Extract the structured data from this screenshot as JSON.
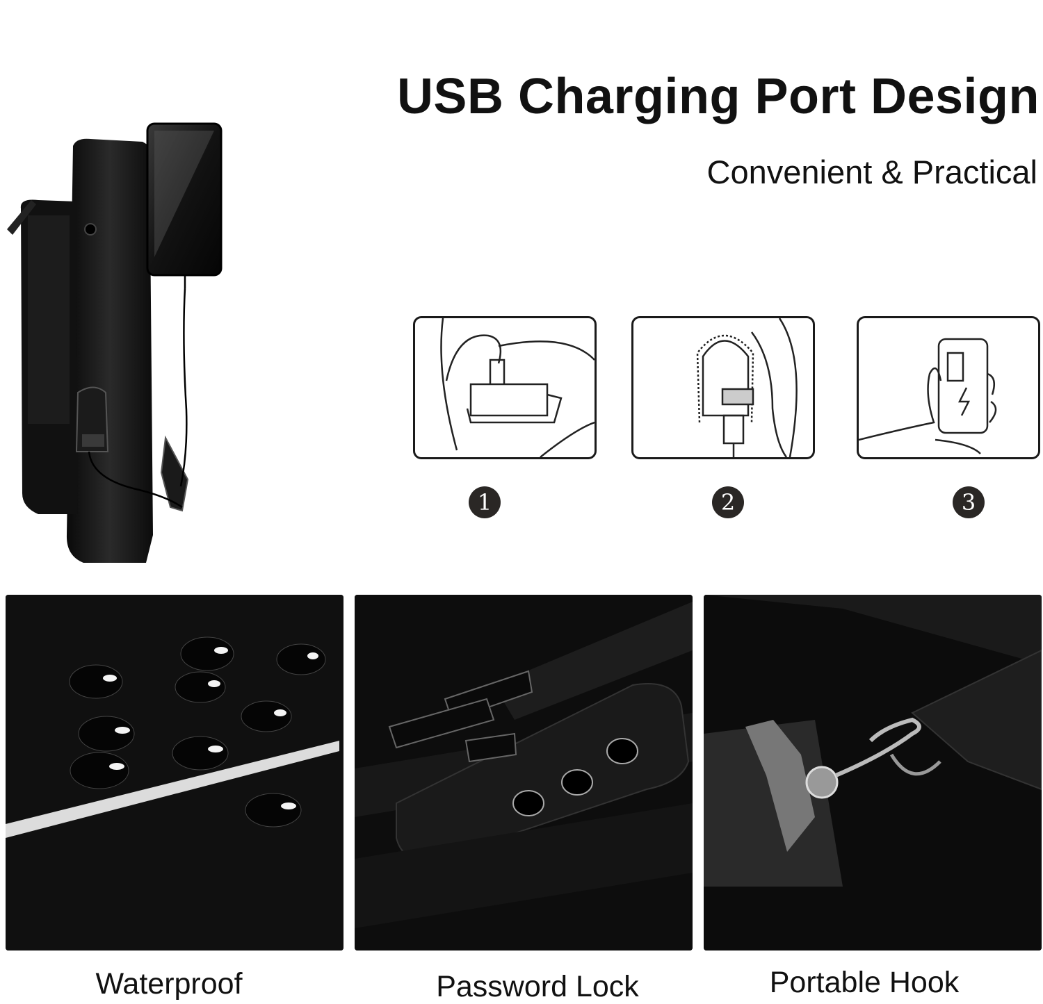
{
  "header": {
    "title": "USB Charging Port Design",
    "subtitle": "Convenient & Practical"
  },
  "steps": [
    {
      "number": "1",
      "icon": "usb-powerbank-icon"
    },
    {
      "number": "2",
      "icon": "usb-connector-icon"
    },
    {
      "number": "3",
      "icon": "phone-charging-icon"
    }
  ],
  "features": [
    {
      "label": "Waterproof",
      "image": "water-droplets-image"
    },
    {
      "label": "Password Lock",
      "image": "combination-lock-image"
    },
    {
      "label": "Portable Hook",
      "image": "strap-hook-image"
    }
  ],
  "product": {
    "image": "sling-bag-side-with-phone-image"
  }
}
